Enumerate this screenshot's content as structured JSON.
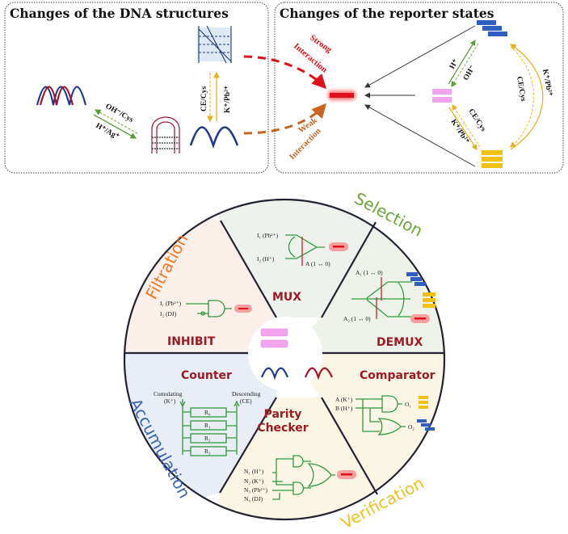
{
  "top_left_panel": {
    "title": "Changes of the DNA structures",
    "arrow_label_upper": "OH⁻/Cys",
    "arrow_label_lower": "H⁺/Ag⁺",
    "vertical_label_left": "CE/Cys",
    "vertical_label_right": "K⁺/Pb²⁺"
  },
  "top_right_panel": {
    "title": "Changes of the reporter states",
    "strong_line1": "Strong",
    "strong_line2": "Interaction",
    "weak_line1": "Weak",
    "weak_line2": "Interaction",
    "green_up": "H⁺",
    "green_down": "OH⁻",
    "yellow_inner_1": "CE/Cys",
    "yellow_inner_2": "K⁺/Pb²⁺",
    "yellow_outer_1": "CE/Cys",
    "yellow_outer_2": "K⁺/Pb²⁺"
  },
  "wheel": {
    "outer_labels": {
      "filtration": "Filtration",
      "selection": "Selection",
      "accumulation": "Accumulation",
      "verification": "Verification"
    },
    "sectors": {
      "inhibit": {
        "title": "INHIBIT",
        "in1": "I₁ (Pb²⁺)",
        "in2": "I₂ (DJ)"
      },
      "mux": {
        "title": "MUX",
        "in1": "I₁ (Pb²⁺)",
        "in2": "I₂ (H⁺)",
        "addr": "A (1 ↔ 0)"
      },
      "demux": {
        "title": "DEMUX",
        "a1": "A₁ (1 ↔ 0)",
        "a2": "A₂ (1 ↔ 0)"
      },
      "counter": {
        "title": "Counter",
        "left_top": "Cumulating",
        "left_sub": "(K⁺)",
        "right_top": "Descending",
        "right_sub": "(CE)",
        "registers": [
          "R₀",
          "R₁",
          "R₂",
          "R₃"
        ]
      },
      "parity": {
        "title_line1": "Parity",
        "title_line2": "Checker",
        "inputs": [
          "N₁ (H⁺)",
          "N₂ (K⁺)",
          "N₃ (Pb²⁺)",
          "N₄ (DJ)"
        ]
      },
      "comparator": {
        "title": "Comparator",
        "in_a": "A (K⁺)",
        "in_b": "B (H⁺)",
        "out1": "O₁",
        "out2": "O₂"
      }
    }
  },
  "colors": {
    "red": "#e0101a",
    "pink": "#f2a5ee",
    "blue": "#2f5fc0",
    "yellow": "#f2c010",
    "gate_green": "#2e9b3c",
    "title_red": "#9b1b22",
    "filtration": "#ec7a2a",
    "selection": "#6ba43a",
    "accumulation": "#3a64b4",
    "verification": "#f0c020"
  }
}
